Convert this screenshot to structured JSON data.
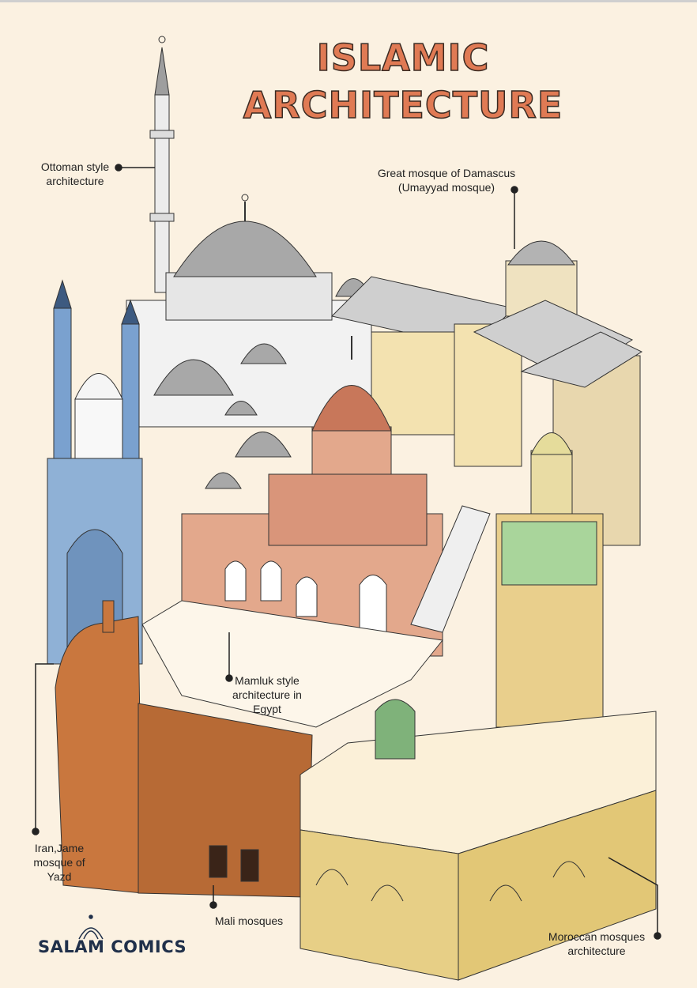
{
  "title": {
    "line1": "ISLAMIC",
    "line2": "ARCHITECTURE"
  },
  "labels": {
    "ottoman": "Ottoman style architecture",
    "damascus_l1": "Great mosque of Damascus",
    "damascus_l2": "(Umayyad mosque)",
    "mamluk_l1": "Mamluk style",
    "mamluk_l2": "architecture in",
    "mamluk_l3": "Egypt",
    "iran_l1": "Iran,Jame",
    "iran_l2": "mosque of",
    "iran_l3": "Yazd",
    "mali": "Mali mosques",
    "moroccan_l1": "Moroccan mosques",
    "moroccan_l2": "architecture"
  },
  "logo": {
    "text": "SALAM COMICS"
  },
  "colors": {
    "background": "#fbf1e1",
    "title": "#e07a54",
    "ottoman_dome": "#a9a9a9",
    "mamluk": "#d9957a",
    "mali": "#c9773e",
    "moroccan": "#efd28a",
    "iran_tile": "#8fb1d6",
    "damascus": "#f3e2b0"
  }
}
